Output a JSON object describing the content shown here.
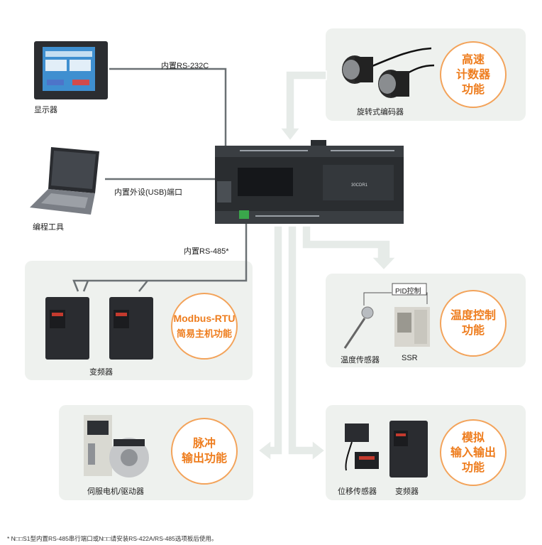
{
  "connections": {
    "rs232c": "内置RS-232C",
    "usb": "内置外设(USB)端口",
    "rs485": "内置RS-485*"
  },
  "devices": {
    "display": "显示器",
    "programming_tool": "编程工具",
    "rotary_encoder": "旋转式编码器",
    "inverter_modbus": "变频器",
    "temp_sensor": "温度传感器",
    "ssr": "SSR",
    "servo": "伺服电机/驱动器",
    "displacement_sensor": "位移传感器",
    "inverter_analog": "变频器",
    "pid_box": "PID控制"
  },
  "functions": {
    "high_speed_counter": [
      "高速",
      "计数器",
      "功能"
    ],
    "modbus": [
      "Modbus-RTU",
      "简易主机功能"
    ],
    "temperature": [
      "温度控制",
      "功能"
    ],
    "pulse": [
      "脉冲",
      "输出功能"
    ],
    "analog": [
      "模拟",
      "输入输出",
      "功能"
    ]
  },
  "plc_label": "30CDR1",
  "footnote": "* N□□S1型内置RS-485串行端口或N□□请安装RS-422A/RS-485选项板后使用。",
  "colors": {
    "accent": "#ee7d1e",
    "panel": "#eef1ee",
    "line": "#6f7476",
    "arrow": "#e9ecea"
  }
}
